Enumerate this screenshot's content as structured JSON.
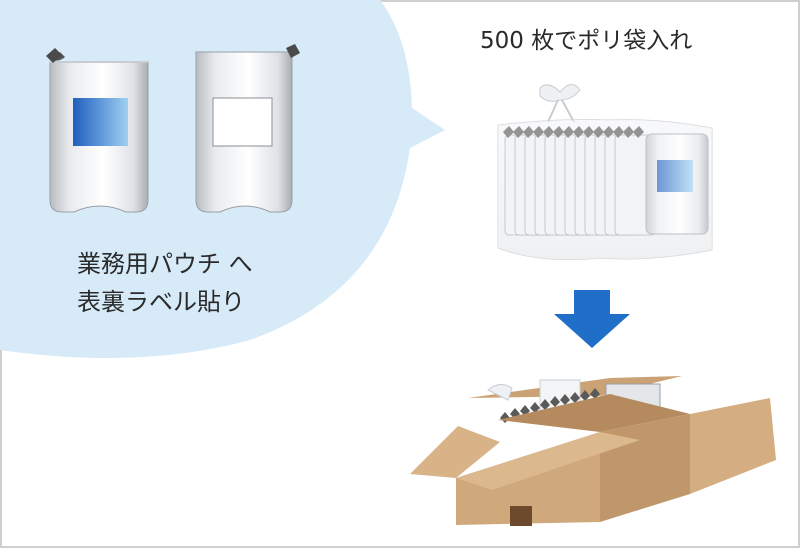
{
  "captions": {
    "pouch_line1": "業務用パウチ へ",
    "pouch_line2": "表裏ラベル貼り",
    "bag": "500 枚でポリ袋入れ"
  },
  "colors": {
    "bubble": "#d6eaf8",
    "arrow": "#1f6ec8",
    "label_blue": "#2f7ad0",
    "box_face": "#cfa97c",
    "box_flap": "#dcb88e",
    "border": "#d0d0d0"
  },
  "icons": [
    "pouch-icon",
    "poly-bag-icon",
    "down-arrow-icon",
    "cardboard-box-icon"
  ]
}
